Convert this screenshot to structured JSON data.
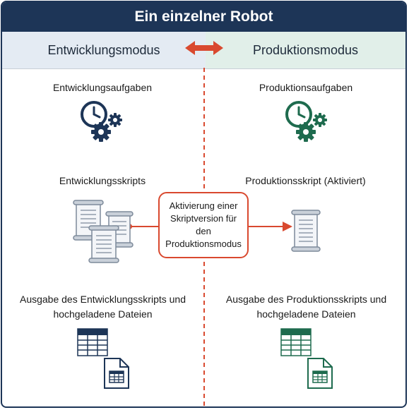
{
  "title": "Ein einzelner Robot",
  "modes": {
    "left": "Entwicklungsmodus",
    "right": "Produktionsmodus"
  },
  "left": {
    "tasks_label": "Entwicklungsaufgaben",
    "scripts_label": "Entwicklungsskripts",
    "output_label_line1": "Ausgabe des Entwicklungsskripts und",
    "output_label_line2": "hochgeladene Dateien"
  },
  "right": {
    "tasks_label": "Produktionsaufgaben",
    "scripts_label": "Produktionsskript (Aktiviert)",
    "output_label_line1": "Ausgabe des Produktionsskripts und",
    "output_label_line2": "hochgeladene Dateien"
  },
  "activation": {
    "line1": "Aktivierung einer",
    "line2": "Skriptversion für",
    "line3": "den",
    "line4": "Produktionsmodus"
  },
  "colors": {
    "navy": "#1d3557",
    "green": "#1e6b4e",
    "accent_red": "#d9492f",
    "left_band": "#e4ebf3",
    "right_band": "#e1efe9"
  },
  "icons": {
    "left_tasks": "clock-gears-icon",
    "right_tasks": "clock-gears-icon",
    "left_scripts": "script-scrolls-icon",
    "right_scripts": "script-scroll-icon",
    "left_output": "table-file-icon",
    "right_output": "table-file-icon"
  }
}
